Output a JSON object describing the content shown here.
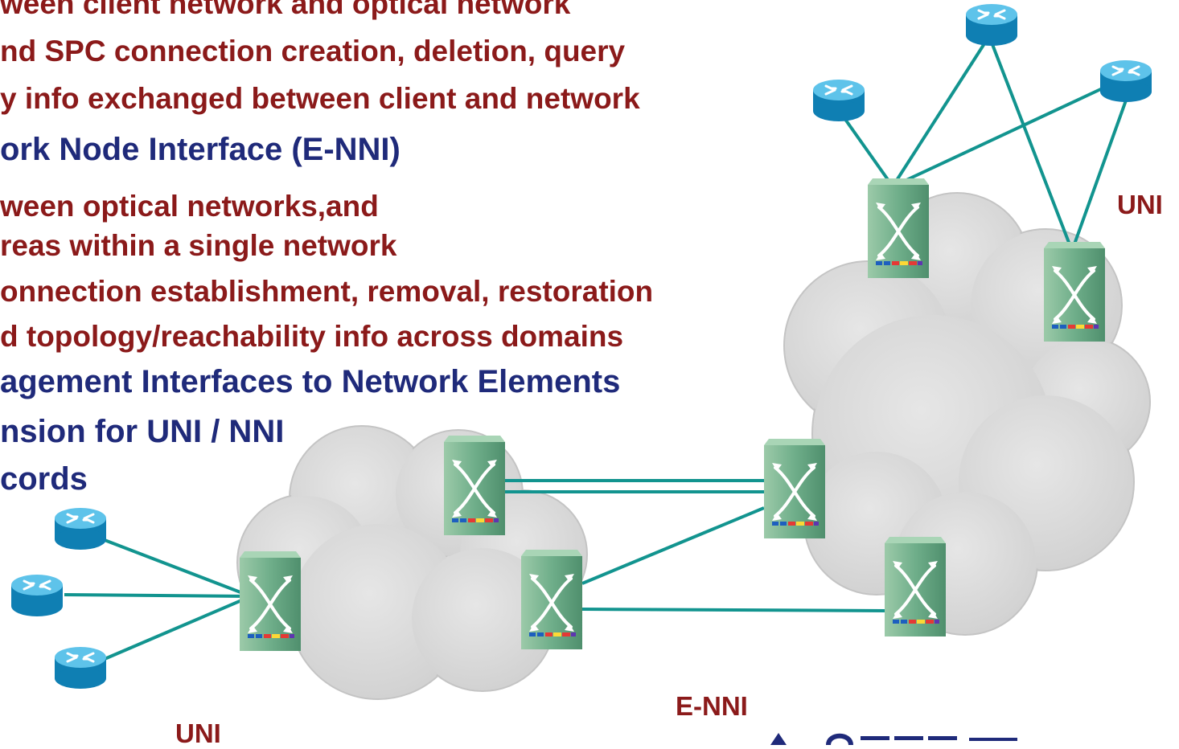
{
  "text_lines": [
    "ween client network and optical network",
    "nd SPC connection creation, deletion, query",
    "y info exchanged between client and network",
    "ork Node Interface (E-NNI)",
    "ween optical networks,and",
    "reas within a single network",
    "onnection establishment, removal, restoration",
    "d topology/reachability info across domains",
    "agement Interfaces to Network Elements",
    "nsion for UNI / NNI",
    "cords"
  ],
  "labels": {
    "uni_right": "UNI",
    "uni_bottom": "UNI",
    "enni": "E-NNI"
  },
  "colors": {
    "text_red": "#8b1a1a",
    "text_blue": "#1f2a7a",
    "link": "#12948f",
    "cloud": "#d6d6d6",
    "router": "#1391c4",
    "switch": "#6fae8a"
  }
}
